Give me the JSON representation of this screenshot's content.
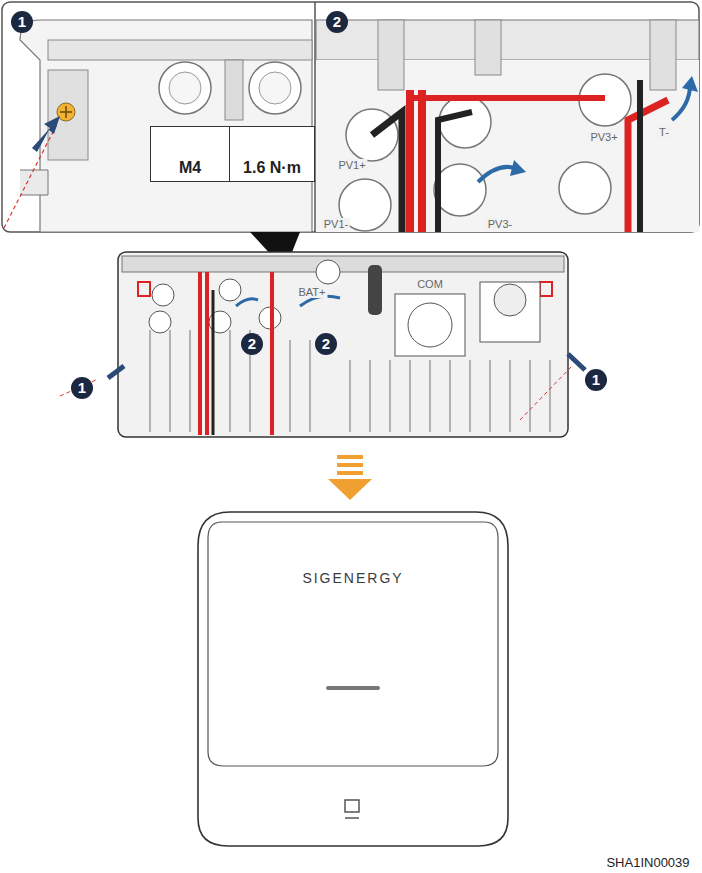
{
  "diagram": {
    "nodes": [
      {
        "text": [
          "M4"
        ]
      },
      {
        "text": [
          "1.6 N·m"
        ]
      }
    ],
    "labels": [
      "1",
      "2",
      "PV1+",
      "PV1-",
      "PV3+",
      "PV3-",
      "T-",
      "1",
      "2",
      "2",
      "1",
      "BAT+",
      "COM",
      "SIGENERGY",
      "SHA1IN00039"
    ]
  }
}
